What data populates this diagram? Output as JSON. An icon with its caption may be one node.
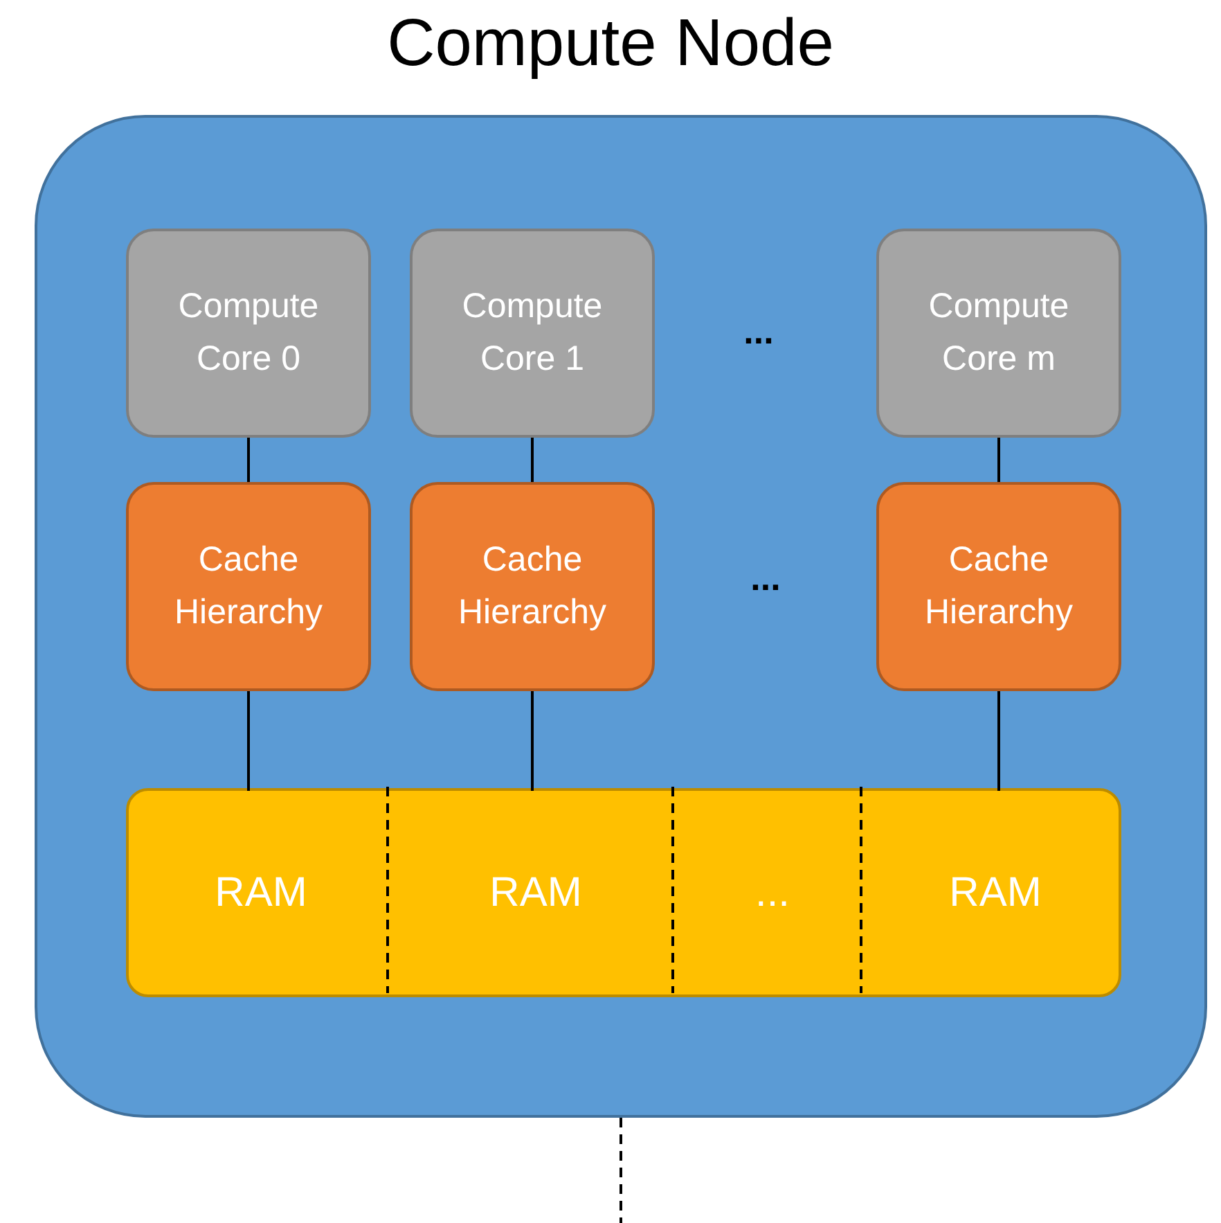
{
  "diagram": {
    "nodes": [
      {
        "text": [
          "Compute Node"
        ]
      },
      {
        "text": [
          "Compute Core 0"
        ],
        "in": 0
      },
      {
        "text": [
          "Compute Core 1"
        ],
        "in": 0
      },
      {
        "text": [
          "Compute Core m"
        ],
        "in": 0
      },
      {
        "text": [
          "Cache Hierarchy"
        ],
        "in": 0
      },
      {
        "text": [
          "Cache Hierarchy"
        ],
        "in": 0
      },
      {
        "text": [
          "Cache Hierarchy"
        ],
        "in": 0
      },
      {
        "text": [],
        "shape": "bar",
        "in": 0
      },
      {
        "text": [
          "RAM"
        ],
        "in": 7
      },
      {
        "text": [
          "RAM"
        ],
        "in": 7
      },
      {
        "text": [
          "..."
        ],
        "in": 7
      },
      {
        "text": [
          "RAM"
        ],
        "in": 7
      }
    ],
    "edges": [
      {
        "from": 1,
        "to": 4,
        "arrow": "none"
      },
      {
        "from": 2,
        "to": 5,
        "arrow": "none"
      },
      {
        "from": 3,
        "to": 6,
        "arrow": "none"
      },
      {
        "from": 4,
        "to": 8,
        "arrow": "none"
      },
      {
        "from": 5,
        "to": 9,
        "arrow": "none"
      },
      {
        "from": 6,
        "to": 11,
        "arrow": "none"
      },
      {
        "from": 0,
        "to": null,
        "arrow": "none",
        "style": "dashed"
      }
    ],
    "labels": [
      "...",
      "..."
    ]
  }
}
